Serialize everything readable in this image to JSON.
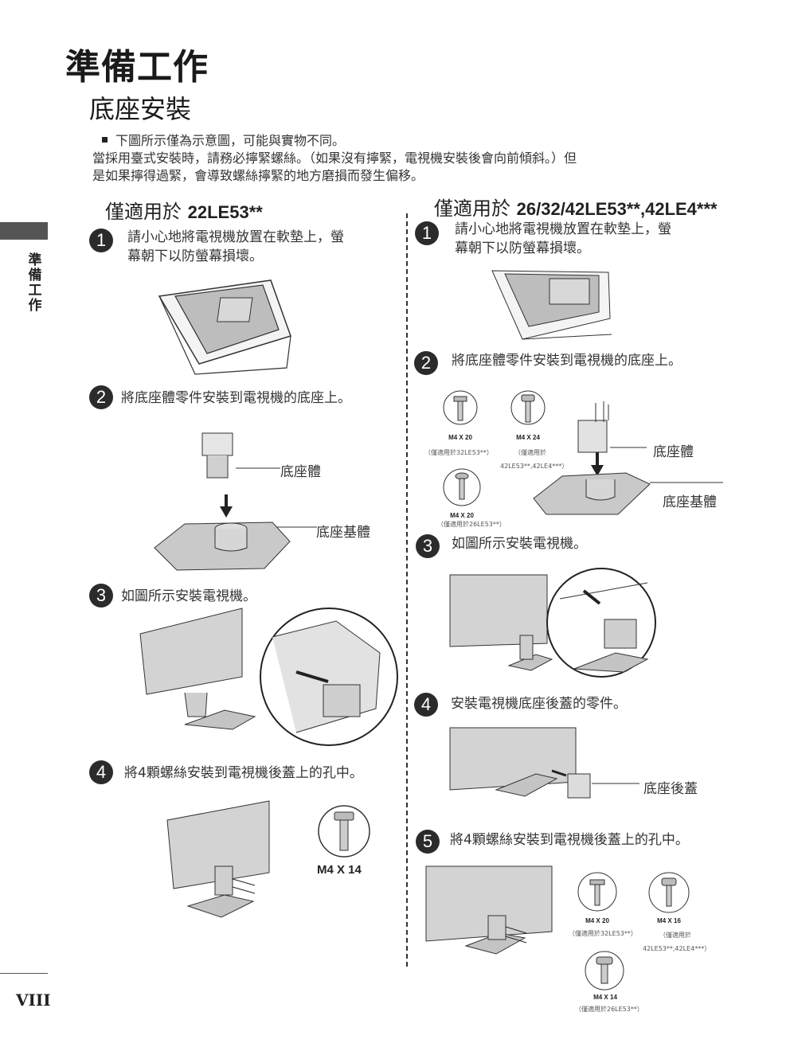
{
  "header": {
    "title": "準備工作",
    "subtitle": "底座安裝"
  },
  "intro": {
    "bullet": "下圖所示僅為示意圖，可能與實物不同。",
    "line1": "當採用臺式安裝時，請務必擰緊螺絲。（如果沒有擰緊，電視機安裝後會向前傾斜。）但",
    "line2": "是如果擰得過緊，會導致螺絲擰緊的地方磨損而發生偏移。"
  },
  "side_tab": "準備工作",
  "page_number": "VIII",
  "left": {
    "title_prefix": "僅適用於",
    "model": "22LE53**",
    "steps": [
      {
        "num": "1",
        "text_l1": "請小心地將電視機放置在軟墊上，螢",
        "text_l2": "幕朝下以防螢幕損壞。"
      },
      {
        "num": "2",
        "text": "將底座體零件安裝到電視機的底座上。",
        "label_body": "底座體",
        "label_base": "底座基體"
      },
      {
        "num": "3",
        "text": "如圖所示安裝電視機。"
      },
      {
        "num": "4",
        "text": "將4顆螺絲安裝到電視機後蓋上的孔中。",
        "screw": "M4 X 14"
      }
    ]
  },
  "right": {
    "title_prefix": "僅適用於",
    "model": "26/32/42LE53**,42LE4***",
    "steps": [
      {
        "num": "1",
        "text_l1": "請小心地將電視機放置在軟墊上，螢",
        "text_l2": "幕朝下以防螢幕損壞。"
      },
      {
        "num": "2",
        "text": "將底座體零件安裝到電視機的底座上。",
        "screws": [
          {
            "size": "M4 X 20",
            "note": "（僅適用於32LE53**）"
          },
          {
            "size": "M4 X 24",
            "note_l1": "（僅適用於",
            "note_l2": "42LE53**,42LE4***）"
          },
          {
            "size": "M4 X 20",
            "note": "（僅適用於26LE53**）"
          }
        ],
        "label_body": "底座體",
        "label_base": "底座基體"
      },
      {
        "num": "3",
        "text": "如圖所示安裝電視機。"
      },
      {
        "num": "4",
        "text": "安裝電視機底座後蓋的零件。",
        "label_cover": "底座後蓋"
      },
      {
        "num": "5",
        "text": "將4顆螺絲安裝到電視機後蓋上的孔中。",
        "screws": [
          {
            "size": "M4 X 20",
            "note": "（僅適用於32LE53**）"
          },
          {
            "size": "M4 X 16",
            "note_l1": "（僅適用於",
            "note_l2": "42LE53**,42LE4***）"
          },
          {
            "size": "M4 X 14",
            "note": "（僅適用於26LE53**）"
          }
        ]
      }
    ]
  }
}
